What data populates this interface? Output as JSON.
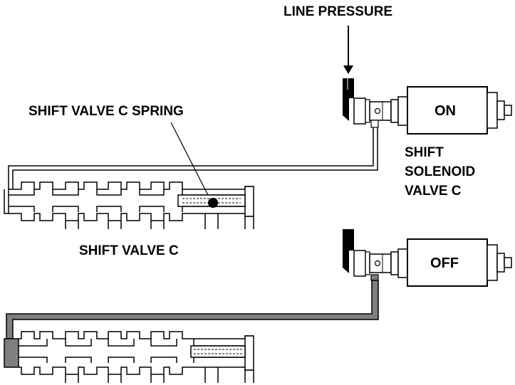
{
  "labels": {
    "line_pressure": "LINE PRESSURE",
    "spring": "SHIFT VALVE C SPRING",
    "solenoid_line1": "SHIFT",
    "solenoid_line2": "SOLENOID",
    "solenoid_line3": "VALVE C",
    "shift_valve": "SHIFT VALVE C",
    "state_on": "ON",
    "state_off": "OFF"
  },
  "colors": {
    "ink": "#000000",
    "paper": "#ffffff",
    "pressurized_fluid": "#7f7f7f"
  }
}
